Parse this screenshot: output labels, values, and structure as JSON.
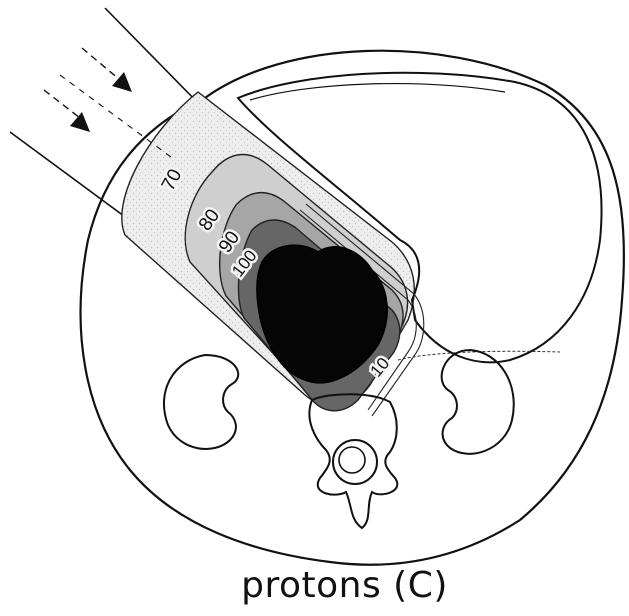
{
  "caption": "protons (C)",
  "isodose_labels": {
    "l70": "70",
    "l80": "80",
    "l90": "90",
    "l100": "100",
    "l10": "10"
  },
  "colors": {
    "ink": "#111111",
    "dose_70": "#e6e6e6",
    "dose_80": "#c8c8c8",
    "dose_90": "#9a9a9a",
    "dose_100": "#5e5e5e",
    "target": "#050505"
  }
}
